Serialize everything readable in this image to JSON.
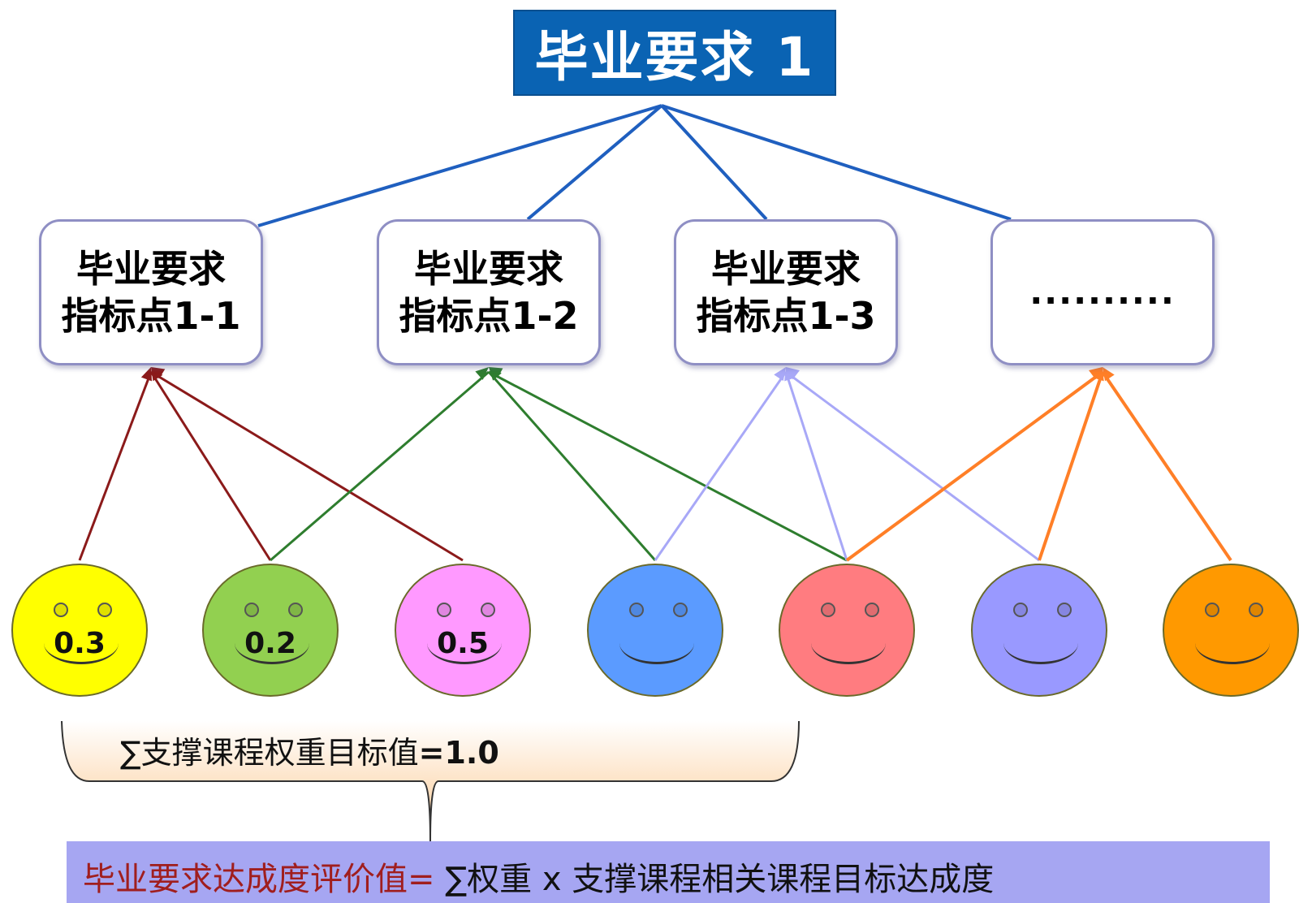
{
  "root": {
    "label": "毕业要求 1"
  },
  "indicators": [
    {
      "line1": "毕业要求",
      "line2": "指标点1-1"
    },
    {
      "line1": "毕业要求",
      "line2": "指标点1-2"
    },
    {
      "line1": "毕业要求",
      "line2": "指标点1-3"
    },
    {
      "line1": "..........",
      "line2": ""
    }
  ],
  "courses": [
    {
      "weight": "0.3",
      "color": "#ffff00"
    },
    {
      "weight": "0.2",
      "color": "#92d050"
    },
    {
      "weight": "0.5",
      "color": "#ff99ff"
    },
    {
      "weight": "",
      "color": "#5b9bff"
    },
    {
      "weight": "",
      "color": "#ff7c80"
    },
    {
      "weight": "",
      "color": "#9999ff"
    },
    {
      "weight": "",
      "color": "#ff9900"
    }
  ],
  "links": [
    {
      "from": 0,
      "to": 0,
      "color": "#8b1a1a"
    },
    {
      "from": 1,
      "to": 0,
      "color": "#8b1a1a"
    },
    {
      "from": 2,
      "to": 0,
      "color": "#8b1a1a"
    },
    {
      "from": 1,
      "to": 1,
      "color": "#2e7d2e"
    },
    {
      "from": 3,
      "to": 1,
      "color": "#2e7d2e"
    },
    {
      "from": 4,
      "to": 1,
      "color": "#2e7d2e"
    },
    {
      "from": 3,
      "to": 2,
      "color": "#a8a8f7"
    },
    {
      "from": 4,
      "to": 2,
      "color": "#a8a8f7"
    },
    {
      "from": 5,
      "to": 2,
      "color": "#a8a8f7"
    },
    {
      "from": 4,
      "to": 3,
      "color": "#ff7f27"
    },
    {
      "from": 5,
      "to": 3,
      "color": "#ff7f27"
    },
    {
      "from": 6,
      "to": 3,
      "color": "#ff7f27"
    }
  ],
  "brace": {
    "prefix": "∑支撑课程",
    "middle": "权重目标值",
    "suffix": "=1.0"
  },
  "formula": {
    "part1": "毕业要求达成度",
    "part2": "评价值=",
    "part3": " ∑权重 x 支撑课程相关课程目标达成度"
  },
  "colors": {
    "root_bg": "#0a63b3",
    "tree_line": "#1f5fbf",
    "brace_fill": "#fbd7a8",
    "formula_bg": "#a6a6f2"
  }
}
